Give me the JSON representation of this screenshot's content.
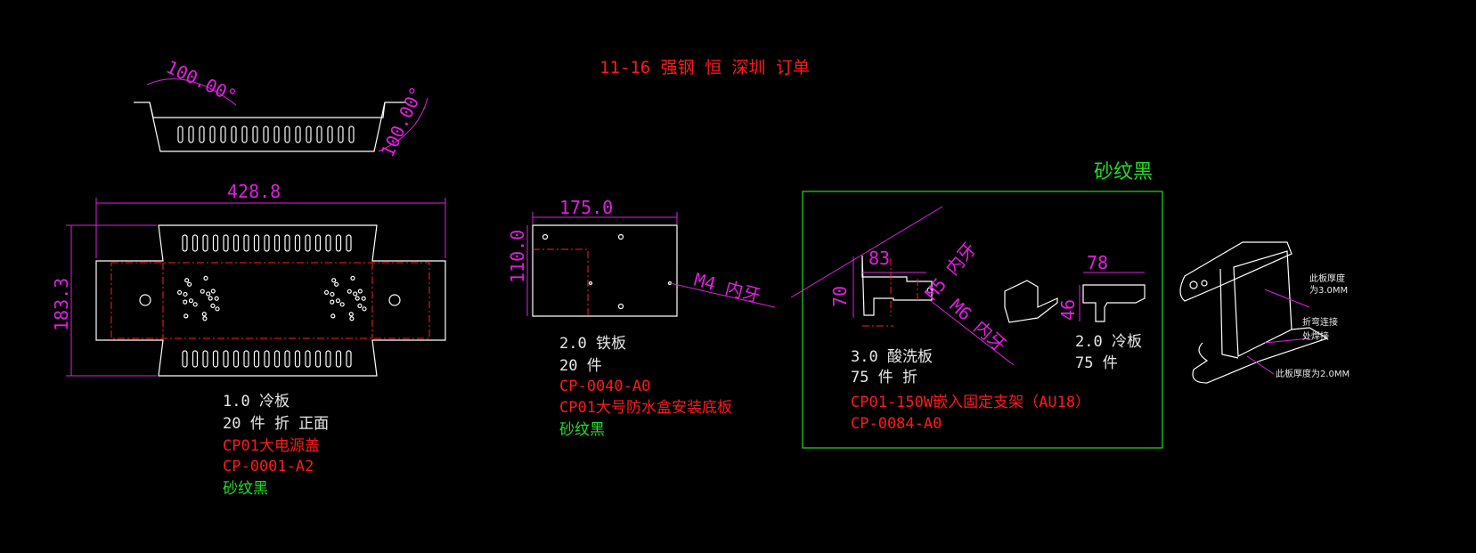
{
  "title": "11-16 强钢 恒  深圳 订单",
  "colors": {
    "background": "#000000",
    "outline": "#ffffff",
    "dimension": "#e020e0",
    "red_text": "#ff1a1a",
    "green_text": "#22dd22",
    "frame": "#22dd22"
  },
  "parts": [
    {
      "dims": {
        "angle_1": "100.00°",
        "angle_2": "100.00°",
        "width": "428.8",
        "height": "183.3"
      },
      "lines": [
        "1.0 冷板",
        "20 件 折 正面"
      ],
      "code_lines": [
        "CP01大电源盖",
        "CP-0001-A2"
      ],
      "finish": "砂纹黑"
    },
    {
      "dims": {
        "width": "175.0",
        "height": "110.0",
        "thread": "M4 内牙"
      },
      "lines": [
        "2.0 铁板",
        "20 件"
      ],
      "code_lines": [
        "CP-0040-A0",
        "CP01大号防水盒安装底板"
      ],
      "finish": "砂纹黑"
    },
    {
      "dims": {
        "width": "83",
        "height": "70",
        "thread_1": "M5 内牙",
        "thread_2": "M6 内牙"
      },
      "lines": [
        "3.0 酸洗板",
        "75 件 折"
      ],
      "code_lines": [
        "CP01-150W嵌入固定支架（AU18）",
        "CP-0084-A0"
      ]
    },
    {
      "dims": {
        "width": "78",
        "height": "46"
      },
      "lines": [
        "2.0 冷板",
        "75 件"
      ]
    }
  ],
  "group_finish": "砂纹黑",
  "iso_notes": {
    "note1_a": "此板厚度",
    "note1_b": "为3.0MM",
    "note2_a": "折弯连接",
    "note2_b": "处焊接",
    "note3": "此板厚度为2.0MM"
  }
}
